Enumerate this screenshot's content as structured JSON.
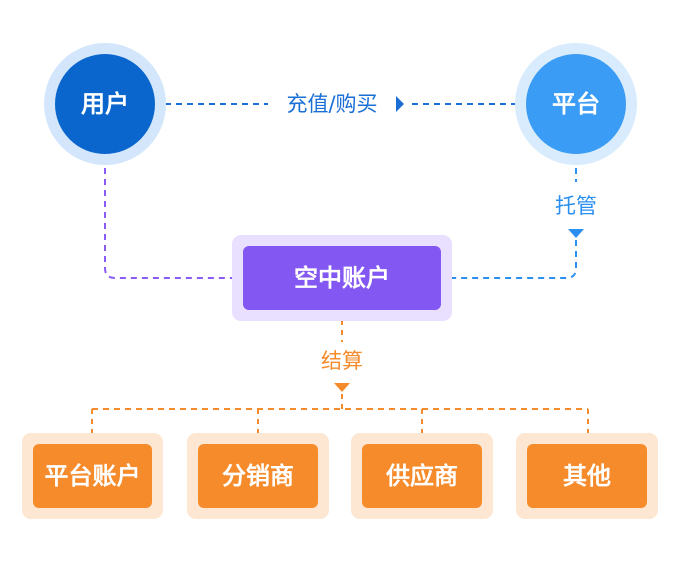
{
  "nodes": {
    "user": "用户",
    "platform": "平台",
    "escrow_account": "空中账户",
    "platform_account": "平台账户",
    "distributor": "分销商",
    "supplier": "供应商",
    "other": "其他"
  },
  "edges": {
    "recharge_purchase": "充值/购买",
    "custody": "托管",
    "settlement": "结算"
  },
  "colors": {
    "user_blue": "#0a66cc",
    "platform_blue": "#3a9cf4",
    "escrow_purple": "#8357f2",
    "orange": "#f68b2c"
  }
}
